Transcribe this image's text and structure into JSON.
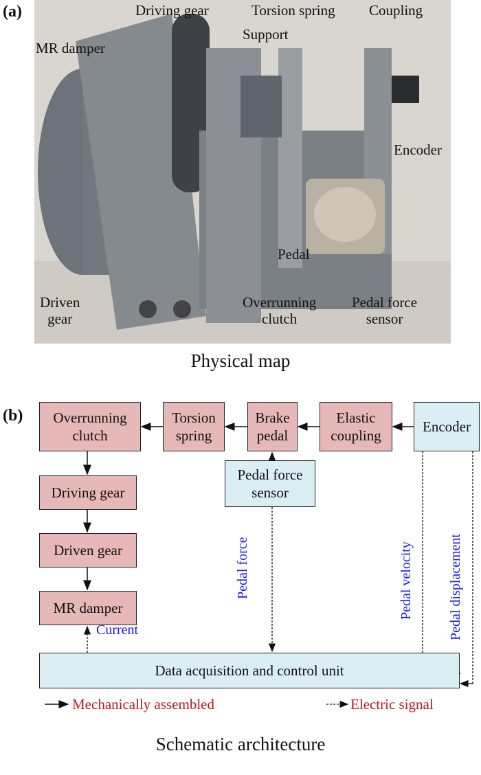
{
  "panel_a": {
    "tag": "(a)",
    "labels": {
      "driving_gear": "Driving gear",
      "torsion_spring": "Torsion spring",
      "coupling": "Coupling",
      "mr_damper": "MR damper",
      "support": "Support",
      "encoder": "Encoder",
      "pedal": "Pedal",
      "driven_gear": [
        "Driven",
        "gear"
      ],
      "overrunning_clutch": [
        "Overrunning",
        "clutch"
      ],
      "pedal_force_sensor": [
        "Pedal force",
        "sensor"
      ]
    },
    "caption": "Physical map"
  },
  "panel_b": {
    "tag": "(b)",
    "boxes": {
      "overrunning_clutch": [
        "Overrunning",
        "clutch"
      ],
      "torsion_spring": [
        "Torsion",
        "spring"
      ],
      "brake_pedal": [
        "Brake",
        "pedal"
      ],
      "elastic_coupling": [
        "Elastic",
        "coupling"
      ],
      "encoder": "Encoder",
      "driving_gear": "Driving gear",
      "driven_gear": "Driven gear",
      "mr_damper": "MR damper",
      "pedal_force_sensor": [
        "Pedal force",
        "sensor"
      ],
      "daq": "Data acquisition and control unit"
    },
    "signals": {
      "pedal_force": "Pedal force",
      "pedal_velocity": "Pedal velocity",
      "pedal_displacement": "Pedal displacement",
      "current": "Current"
    },
    "legend": {
      "mechanical": "Mechanically assembled",
      "electric": "Electric signal"
    },
    "colors": {
      "mechanical_box": "#e6b8b7",
      "sensor_box": "#dbeef4",
      "signal_text": "#1a1aee",
      "legend_text": "#c0181c"
    },
    "caption": "Schematic architecture"
  }
}
